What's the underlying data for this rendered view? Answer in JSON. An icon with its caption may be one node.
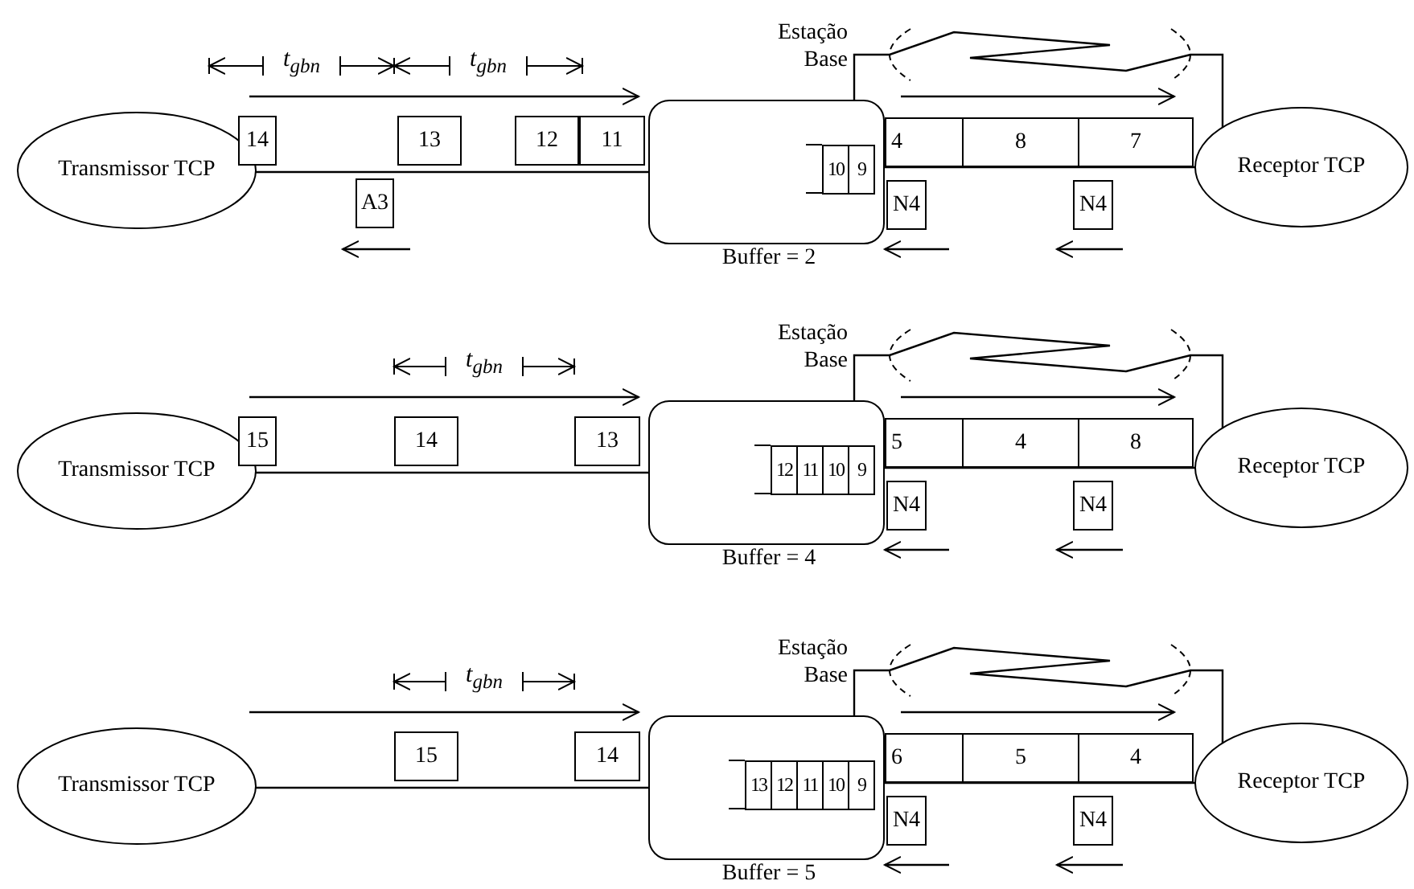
{
  "diagram": {
    "nodes": [
      {
        "text": [
          "Transmissor TCP"
        ]
      },
      {
        "text": [
          "14"
        ]
      },
      {
        "text": [
          "13"
        ]
      },
      {
        "text": [
          "12"
        ]
      },
      {
        "text": [
          "11"
        ]
      },
      {
        "text": [],
        "shape": "box",
        "beside": [
          "Estação Base",
          "Buffer = 2"
        ]
      },
      {
        "text": [
          "10"
        ],
        "in": 5
      },
      {
        "text": [
          "9"
        ],
        "in": 5
      },
      {
        "text": [
          "4"
        ]
      },
      {
        "text": [
          "8"
        ]
      },
      {
        "text": [
          "7"
        ]
      },
      {
        "text": [
          "Receptor TCP"
        ]
      },
      {
        "text": [
          "A3"
        ]
      },
      {
        "text": [
          "N4"
        ]
      },
      {
        "text": [
          "N4"
        ]
      },
      {
        "text": [
          "Transmissor TCP"
        ]
      },
      {
        "text": [
          "15"
        ]
      },
      {
        "text": [
          "14"
        ]
      },
      {
        "text": [
          "13"
        ]
      },
      {
        "text": [],
        "shape": "box",
        "beside": [
          "Estação Base",
          "Buffer = 4"
        ]
      },
      {
        "text": [
          "12"
        ],
        "in": 19
      },
      {
        "text": [
          "11"
        ],
        "in": 19
      },
      {
        "text": [
          "10"
        ],
        "in": 19
      },
      {
        "text": [
          "9"
        ],
        "in": 19
      },
      {
        "text": [
          "5"
        ]
      },
      {
        "text": [
          "4"
        ]
      },
      {
        "text": [
          "8"
        ]
      },
      {
        "text": [
          "Receptor TCP"
        ]
      },
      {
        "text": [
          "N4"
        ]
      },
      {
        "text": [
          "N4"
        ]
      },
      {
        "text": [
          "Transmissor TCP"
        ]
      },
      {
        "text": [
          "15"
        ]
      },
      {
        "text": [
          "14"
        ]
      },
      {
        "text": [],
        "shape": "box",
        "beside": [
          "Estação Base",
          "Buffer = 5"
        ]
      },
      {
        "text": [
          "13"
        ],
        "in": 33
      },
      {
        "text": [
          "12"
        ],
        "in": 33
      },
      {
        "text": [
          "11"
        ],
        "in": 33
      },
      {
        "text": [
          "10"
        ],
        "in": 33
      },
      {
        "text": [
          "9"
        ],
        "in": 33
      },
      {
        "text": [
          "6"
        ]
      },
      {
        "text": [
          "5"
        ]
      },
      {
        "text": [
          "4"
        ]
      },
      {
        "text": [
          "Receptor TCP"
        ]
      },
      {
        "text": [
          "N4"
        ]
      },
      {
        "text": [
          "N4"
        ]
      }
    ],
    "edges": [
      {
        "from": 0,
        "to": 5,
        "arrow": "none"
      },
      {
        "from": 5,
        "to": 11,
        "arrow": "none"
      },
      {
        "from": 5,
        "to": 11,
        "arrow": "none"
      },
      {
        "from": 15,
        "to": 19,
        "arrow": "none"
      },
      {
        "from": 19,
        "to": 27,
        "arrow": "none"
      },
      {
        "from": 19,
        "to": 27,
        "arrow": "none"
      },
      {
        "from": 30,
        "to": 33,
        "arrow": "none"
      },
      {
        "from": 33,
        "to": 42,
        "arrow": "none"
      },
      {
        "from": 33,
        "to": 42,
        "arrow": "none"
      }
    ],
    "labels": [
      "t$_{gbn}$",
      "t$_{gbn}$",
      "t$_{gbn}$",
      "t$_{gbn}$"
    ]
  }
}
